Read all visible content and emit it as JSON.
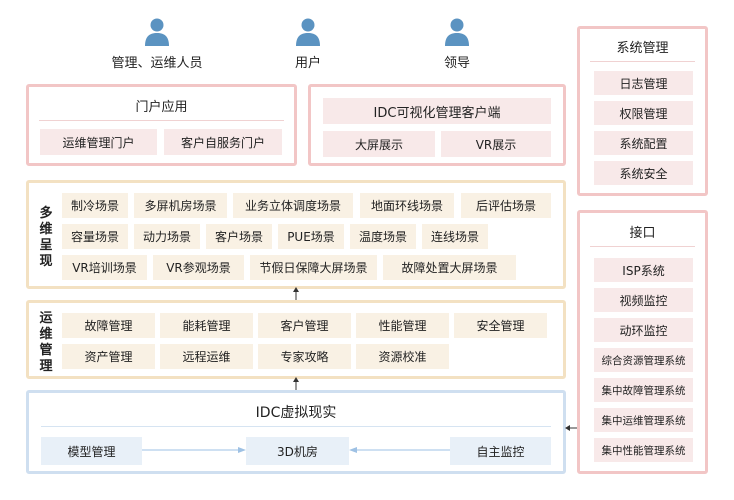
{
  "users": [
    "管理、运维人员",
    "用户",
    "领导"
  ],
  "portal": {
    "title": "门户应用",
    "items": [
      "运维管理门户",
      "客户自服务门户"
    ]
  },
  "idc_client": {
    "title": "IDC可视化管理客户端",
    "items": [
      "大屏展示",
      "VR展示"
    ]
  },
  "multi": {
    "title": "多维呈现",
    "rows": [
      [
        "制冷场景",
        "多屏机房场景",
        "业务立体调度场景",
        "地面环线场景",
        "后评估场景"
      ],
      [
        "容量场景",
        "动力场景",
        "客户场景",
        "PUE场景",
        "温度场景",
        "连线场景"
      ],
      [
        "VR培训场景",
        "VR参观场景",
        "节假日保障大屏场景",
        "故障处置大屏场景"
      ]
    ]
  },
  "ops": {
    "title": "运维管理",
    "rows": [
      [
        "故障管理",
        "能耗管理",
        "客户管理",
        "性能管理",
        "安全管理"
      ],
      [
        "资产管理",
        "远程运维",
        "专家攻略",
        "资源校准"
      ]
    ]
  },
  "vr": {
    "title": "IDC虚拟现实",
    "items": [
      "模型管理",
      "3D机房",
      "自主监控"
    ]
  },
  "sys": {
    "title": "系统管理",
    "items": [
      "日志管理",
      "权限管理",
      "系统配置",
      "系统安全"
    ]
  },
  "iface": {
    "title": "接口",
    "items": [
      "ISP系统",
      "视频监控",
      "动环监控",
      "综合资源管理系统",
      "集中故障管理系统",
      "集中运维管理系统",
      "集中性能管理系统"
    ]
  },
  "colors": {
    "pink": "#f2c6c6",
    "beige": "#f3e1c2",
    "blue": "#cfdff0",
    "icon": "#5b93c1"
  }
}
